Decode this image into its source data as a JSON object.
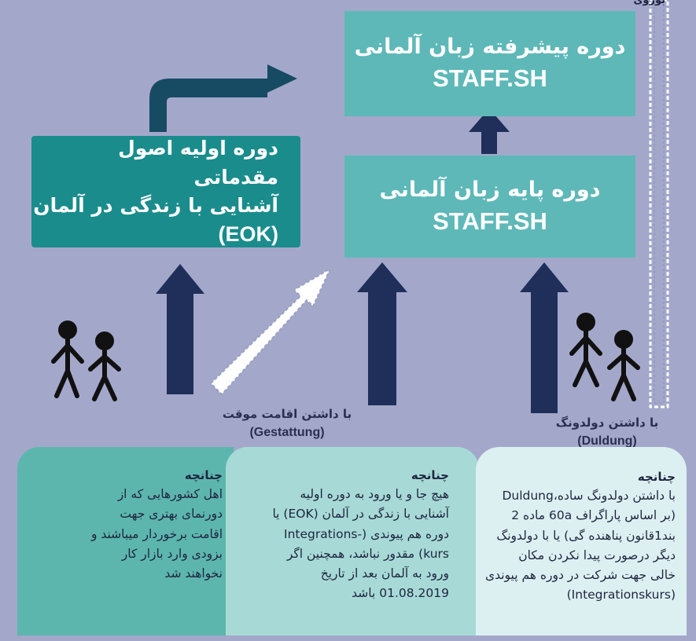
{
  "corner_text": "بوروی",
  "boxes": {
    "advanced": {
      "title": "دوره پیشرفته زبان آلمانی",
      "subtitle": "STAFF.SH"
    },
    "basic": {
      "title": "دوره پایه زبان آلمانی",
      "subtitle": "STAFF.SH"
    },
    "eok": {
      "line1": "دوره اولیه اصول مقدماتی",
      "line2": "آشنایی با زندگی در آلمان",
      "line3": "(EOK)"
    }
  },
  "labels": {
    "gestattung": {
      "fa": "با داشتن اقامت موقت",
      "en": "(Gestattung)"
    },
    "duldung": {
      "fa": "با داشتن دولدونگ",
      "en": "(Duldung)"
    }
  },
  "conditions": {
    "left": {
      "title": "چنانچه",
      "lines": [
        "اهل کشورهایی که از",
        "دورنمای بهتری جهت",
        "اقامت برخوردار میباشند و",
        "بزودی وارد بازار کار",
        "نخواهند شد"
      ]
    },
    "middle": {
      "title": "چنانچه",
      "lines": [
        "هیچ جا و یا ورود به دوره اولیه",
        "آشنایی با زندگی در آلمان (EOK) یا",
        "دوره هم پیوندی (-Integrations",
        "kurs) مقدور نباشد، همچنین اگر",
        "ورود به آلمان بعد از تاریخ",
        "01.08.2019 باشد"
      ]
    },
    "right": {
      "title": "چنانچه",
      "lines": [
        "با داشتن دولدونگ ساده،Duldung",
        "(بر اساس پاراگراف 60a ماده 2",
        "بند1قانون پناهنده گی) یا با دولدونگ",
        "دیگر درصورت پیدا نکردن مکان",
        "خالی جهت شرکت در دوره هم پیوندی",
        "(Integrationskurs)"
      ]
    }
  },
  "colors": {
    "background": "#a3a8cb",
    "box_light_teal": "#5eb8b8",
    "box_dark_teal": "#1a8c8c",
    "arrow_navy": "#1f2f5a",
    "arrow_curved": "#174a63",
    "cond_left": "#5cb6ae",
    "cond_middle": "#a7dad6",
    "cond_right": "#ddf0f1"
  }
}
